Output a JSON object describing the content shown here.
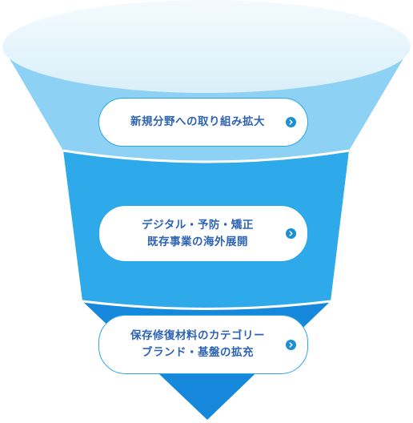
{
  "colors": {
    "rim": "#eaf6fd",
    "tier1": "#8dd1f4",
    "tier2": "#2ea9ea",
    "tier3": "#1588db",
    "pill_border": "#29a6e6",
    "text": "#2d63b4",
    "arrow": "#1a8fd6"
  },
  "funnel": {
    "items": [
      {
        "lines": [
          "新規分野への取り組み拡大"
        ],
        "arrow_icon": "chevron-right-icon"
      },
      {
        "lines": [
          "デジタル・予防・矯正",
          "既存事業の海外展開"
        ],
        "arrow_icon": "chevron-right-icon"
      },
      {
        "lines": [
          "保存修復材料のカテゴリー",
          "ブランド・基盤の拡充"
        ],
        "arrow_icon": "chevron-right-icon"
      }
    ]
  }
}
